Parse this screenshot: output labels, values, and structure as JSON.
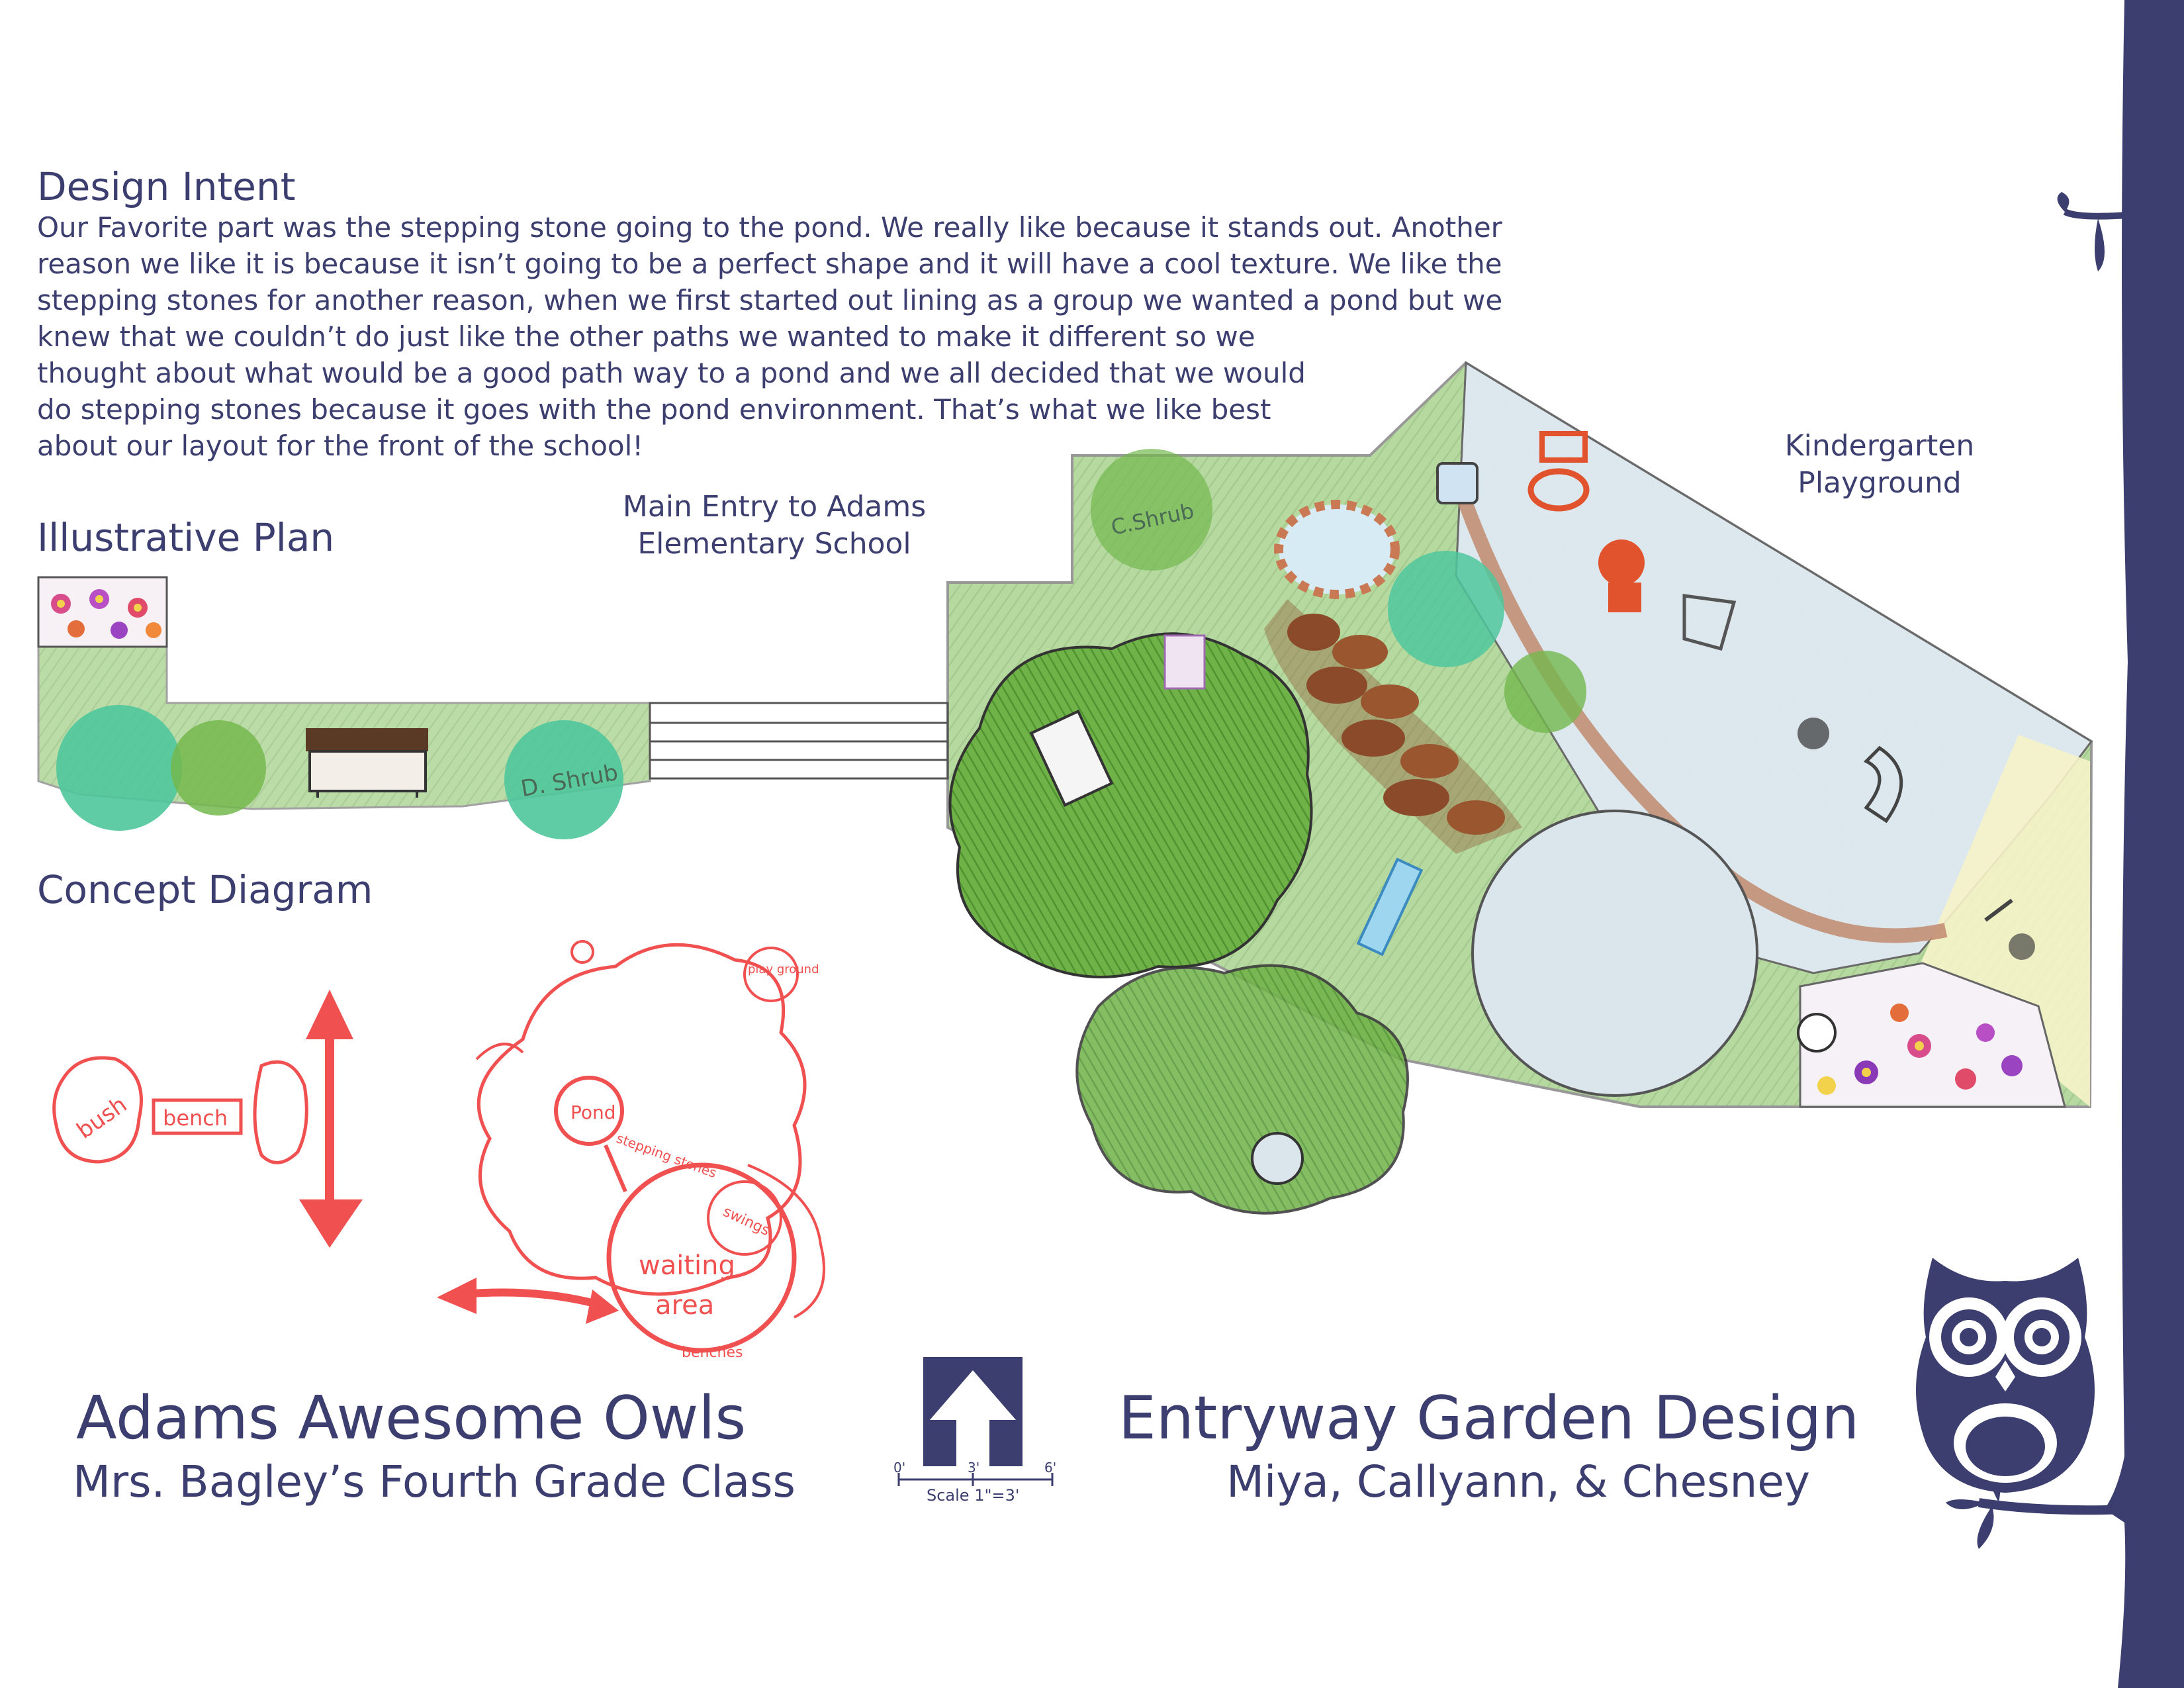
{
  "design_intent": {
    "heading": "Design Intent",
    "lines": [
      "Our Favorite part was the stepping stone going to the pond.  We really like because it stands out.  Another",
      "reason we like it is because it isn’t going to be a perfect shape and it will have a cool texture.  We like the",
      "stepping stones for another reason, when we first started out lining as a group we wanted a pond but we",
      "knew that we couldn’t do just like the other paths we wanted to make it different so we",
      "thought about what would be a good path way to a pond and we all decided that we would",
      "do stepping stones because it goes with the pond environment.  That’s what we like best",
      "about our layout for the front of the school!"
    ]
  },
  "illustrative_plan": {
    "heading": "Illustrative Plan",
    "main_entry": [
      "Main Entry to Adams",
      "Elementary School"
    ],
    "playground": [
      "Kindergarten",
      "Playground"
    ],
    "plant_labels": {
      "d_shrub": "D. Shrub",
      "c_shrub": "C.Shrub"
    }
  },
  "concept_diagram": {
    "heading": "Concept Diagram",
    "labels": {
      "bush": "bush",
      "bench": "bench",
      "pond": "Pond",
      "stepping_stones": "stepping stones",
      "swings": "swings",
      "waiting_area": [
        "waiting",
        "area"
      ],
      "benches": "benches",
      "play_ground": "play ground"
    }
  },
  "footer": {
    "team_name": "Adams Awesome Owls",
    "class_name": "Mrs. Bagley’s Fourth Grade Class",
    "project_title": "Entryway Garden Design",
    "authors": "Miya, Callyann, & Chesney",
    "scale_ticks": [
      "0'",
      "3'",
      "6'"
    ],
    "scale_label": "Scale 1\"=3'"
  },
  "colors": {
    "navy": "#3b3e6e",
    "grass": "#79b553",
    "tree": "#5fa63c",
    "mint": "#5bd3a8",
    "pond": "#dbe6ec",
    "stones": "#8b4a2a",
    "concept_red": "#f0504f",
    "playground_blue": "#dfe9f2"
  }
}
